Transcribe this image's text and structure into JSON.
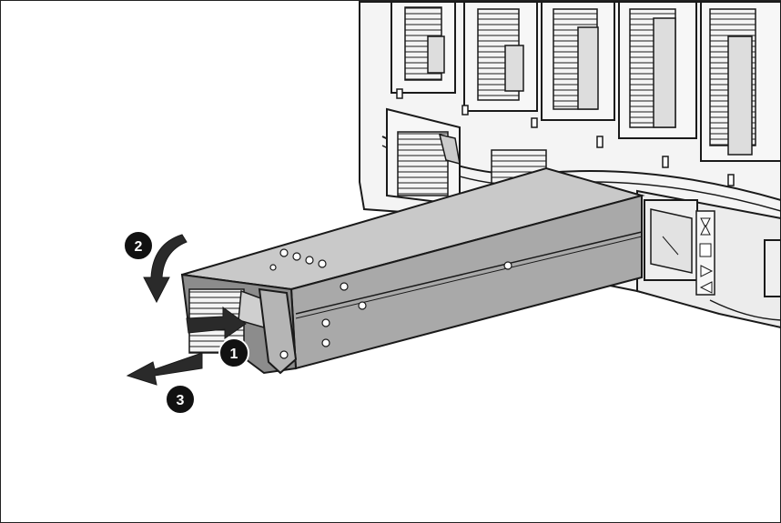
{
  "callouts": [
    {
      "label": "1",
      "step": "press-release-latch"
    },
    {
      "label": "2",
      "step": "rotate-handle-down"
    },
    {
      "label": "3",
      "step": "pull-supply-out"
    }
  ],
  "colors": {
    "line": "#1a1a1a",
    "supply_top": "#c9c9c9",
    "supply_side": "#a9a9a9",
    "enclosure": "#f4f4f4",
    "callout_fill": "#111111",
    "arrow_fill": "#2a2a2a"
  },
  "icons": [
    "power-supply",
    "enclosure-bays",
    "rotate-arrow",
    "pull-arrow",
    "push-arrow"
  ]
}
